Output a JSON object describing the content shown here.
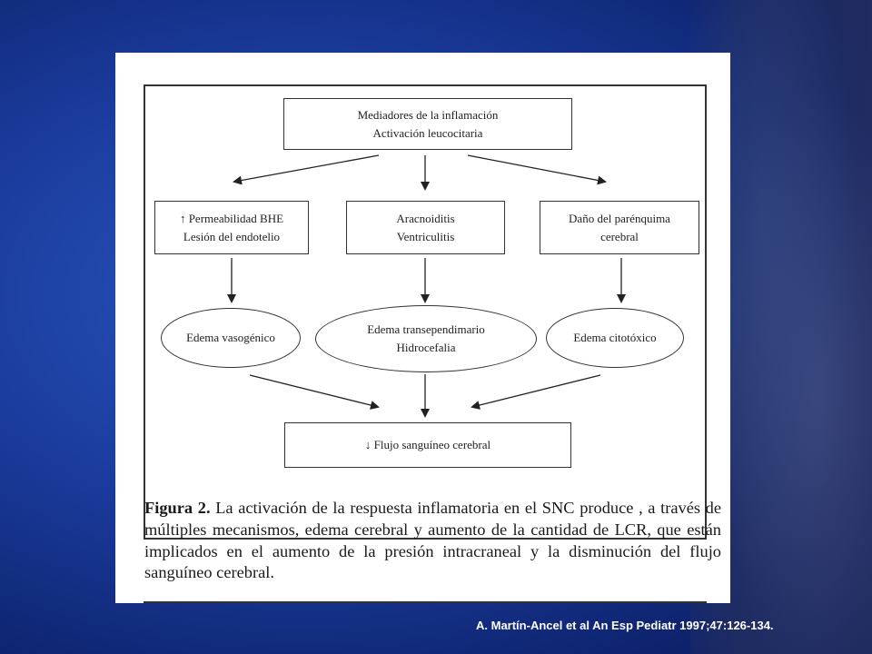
{
  "diagram": {
    "top_node": "Mediadores de la inflamación\nActivación leucocitaria",
    "middle_nodes": [
      "↑ Permeabilidad BHE\nLesión del endotelio",
      "Aracnoiditis\nVentriculitis",
      "Daño del parénquima\ncerebral"
    ],
    "ovals": [
      "Edema vasogénico",
      "Edema transependimario\nHidrocefalia",
      "Edema citotóxico"
    ],
    "bottom_node": "↓ Flujo sanguíneo cerebral"
  },
  "caption": {
    "label": "Figura 2.",
    "text": "La activación de la respuesta inflamatoria en el SNC produce , a través de múltiples mecanismos, edema cerebral y aumento de la cantidad de LCR, que están implicados en el aumento de la presión intracraneal y la disminución del flujo sanguíneo cerebral."
  },
  "citation": "A. Martín-Ancel et al An Esp Pediatr 1997;47:126-134.",
  "colors": {
    "background": "#1a3b9c",
    "panel": "#ffffff",
    "ink": "#333333"
  }
}
